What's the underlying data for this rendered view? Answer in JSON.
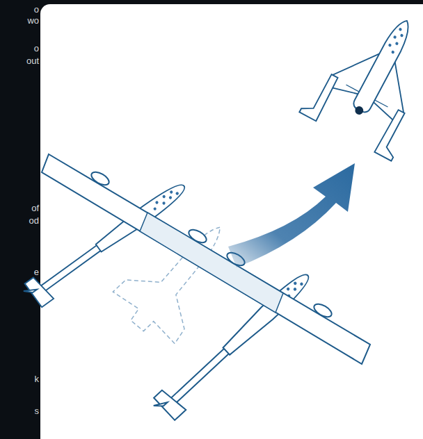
{
  "diagram": {
    "labels": [
      "o",
      "wo",
      "o",
      "out",
      "of",
      "od",
      "e",
      "k",
      "s"
    ]
  }
}
